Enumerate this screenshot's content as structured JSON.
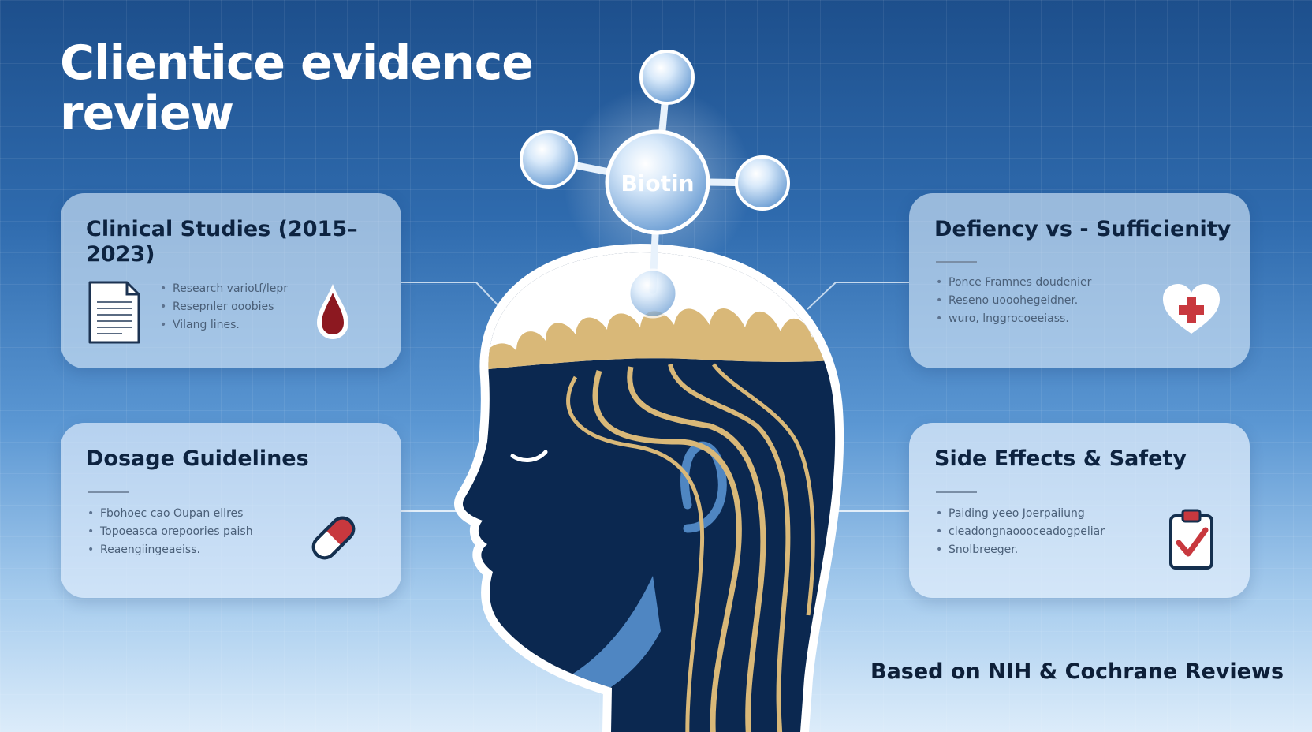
{
  "title": "Clientice evidence review",
  "molecule": {
    "label": "Biotin"
  },
  "cards": {
    "clinical": {
      "title": "Clinical Studies (2015–2023)",
      "items": [
        "Research variotf/lepr",
        "Resepnler ooobies",
        "Vilang lines."
      ]
    },
    "dosage": {
      "title": "Dosage Guidelines",
      "items": [
        "Fbohoec cao Oupan ellres",
        "Topoeasca orepoories paish",
        "Reaengiingeaeiss."
      ]
    },
    "deficiency": {
      "title": "Defiency vs - Sufficienity",
      "items": [
        "Ponce Framnes doudenier",
        "Reseno uooohegeidner.",
        "wuro, lnggrocoeeiass."
      ]
    },
    "side_effects": {
      "title": "Side Effects & Safety",
      "items": [
        "Paiding yeeo Joerpaiiung",
        "cleadongnaoooceadogpeliar",
        "Snolbreeger."
      ]
    }
  },
  "footer": "Based on NIH & Cochrane Reviews",
  "colors": {
    "navy": "#0b2850",
    "gold": "#d9b878",
    "accent_blue": "#4f86c2",
    "red": "#c8383e",
    "blood_red": "#8c1820"
  },
  "icons": [
    "document-icon",
    "blood-drop-icon",
    "pill-capsule-icon",
    "heart-plus-icon",
    "clipboard-check-icon"
  ]
}
